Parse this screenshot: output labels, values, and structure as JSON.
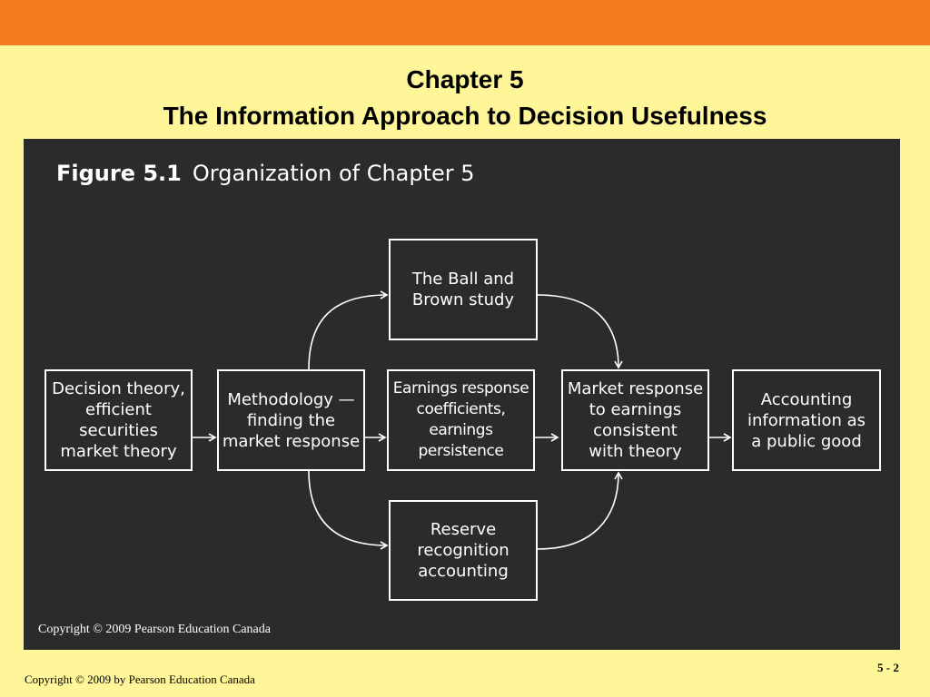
{
  "slide": {
    "title_line1": "Chapter 5",
    "title_line2": "The Information Approach to Decision Usefulness",
    "footer": "Copyright © 2009 by Pearson Education Canada",
    "page_number": "5 - 2"
  },
  "figure": {
    "label": "Figure 5.1",
    "caption": "Organization of Chapter 5",
    "copyright": "Copyright © 2009 Pearson Education Canada",
    "nodes": {
      "decision_theory": "Decision theory,\nefficient\nsecurities\nmarket theory",
      "methodology": "Methodology —\nfinding the\nmarket response",
      "ball_brown": "The Ball and\nBrown study",
      "earnings_response": "Earnings response\ncoefficients,\nearnings\npersistence",
      "reserve_recognition": "Reserve\nrecognition\naccounting",
      "market_response": "Market response\nto earnings\nconsistent\nwith theory",
      "public_good": "Accounting\ninformation as\na public good"
    },
    "colors": {
      "background": "#2b2b2b",
      "line": "#ffffff",
      "text": "#ffffff"
    }
  },
  "colors": {
    "slide_background": "#fef698",
    "top_bar": "#f47d20"
  }
}
